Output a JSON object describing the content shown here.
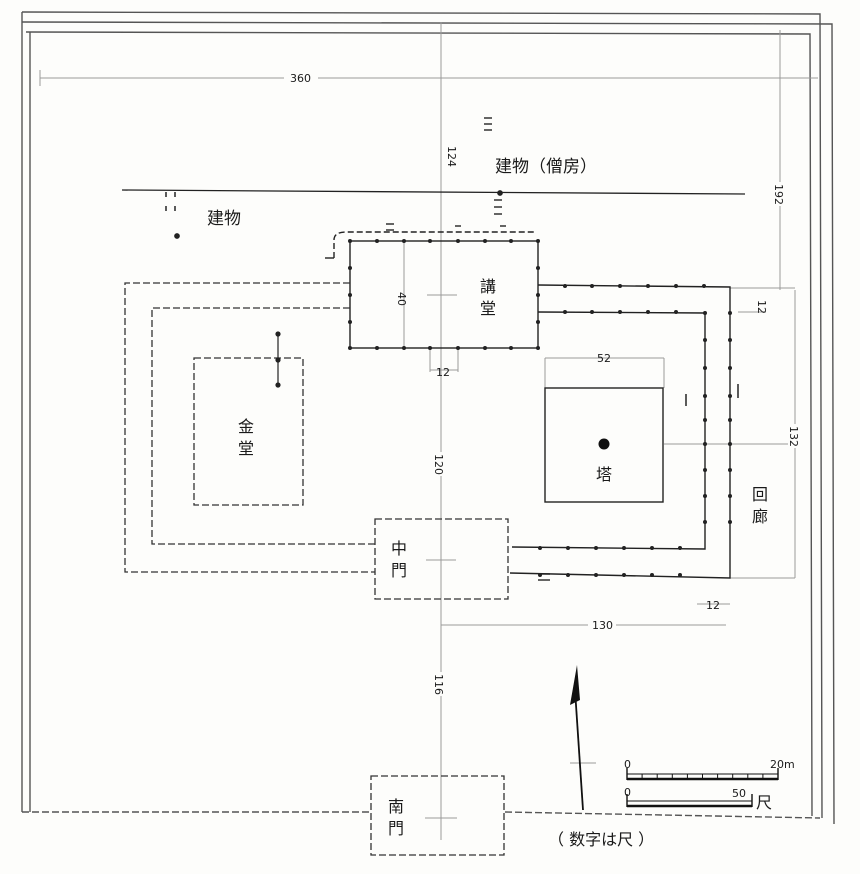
{
  "buildings": {
    "dormitory": "建物（僧房）",
    "side_building": "建物",
    "lecture_hall": [
      "講",
      "堂"
    ],
    "golden_hall": [
      "金",
      "堂"
    ],
    "pagoda": "塔",
    "middle_gate": [
      "中",
      "門"
    ],
    "south_gate": [
      "南",
      "門"
    ],
    "corridor": [
      "回",
      "廊"
    ]
  },
  "dimensions": {
    "total_width": "360",
    "lecture_to_north": "124",
    "lecture_depth": "40",
    "lecture_gap": "12",
    "east_gap_top": "12",
    "pagoda_width": "52",
    "hall_to_gate": "120",
    "gate_to_south": "116",
    "east_depth": "192",
    "east_mid": "132",
    "corridor_gap_bottom": "12",
    "gate_to_corridor": "130"
  },
  "scale": {
    "meters_zero": "0",
    "meters_end": "20m",
    "shaku_zero": "0",
    "shaku_end": "50",
    "shaku_unit": "尺"
  },
  "note": "（ 数字は尺 ）",
  "colors": {
    "ink": "#1a1a1a",
    "faint": "#9a9a9a",
    "paper": "#fdfdfb"
  }
}
